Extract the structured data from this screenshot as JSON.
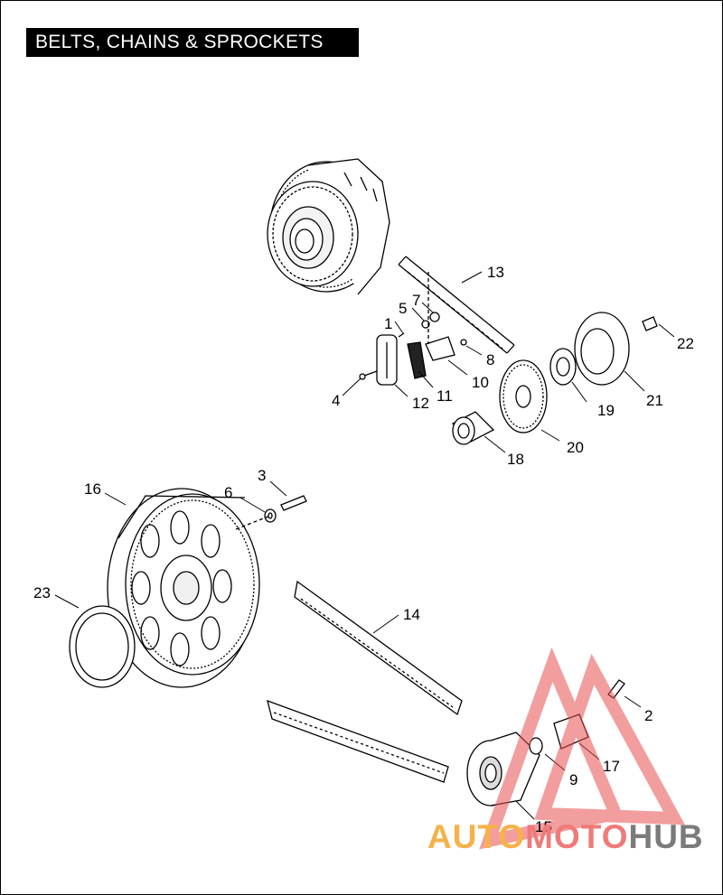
{
  "title": "BELTS, CHAINS & SPROCKETS",
  "callouts": [
    "1",
    "2",
    "3",
    "4",
    "5",
    "6",
    "7",
    "8",
    "9",
    "10",
    "11",
    "12",
    "13",
    "14",
    "15",
    "16",
    "17",
    "18",
    "19",
    "20",
    "21",
    "22",
    "23"
  ],
  "watermark": {
    "part1": "AUTO",
    "part2": "MOTO",
    "part3": "HUB",
    "colors": {
      "auto": "#f6b24a",
      "moto": "#f07a7a",
      "hub": "#7b7b7b"
    }
  }
}
